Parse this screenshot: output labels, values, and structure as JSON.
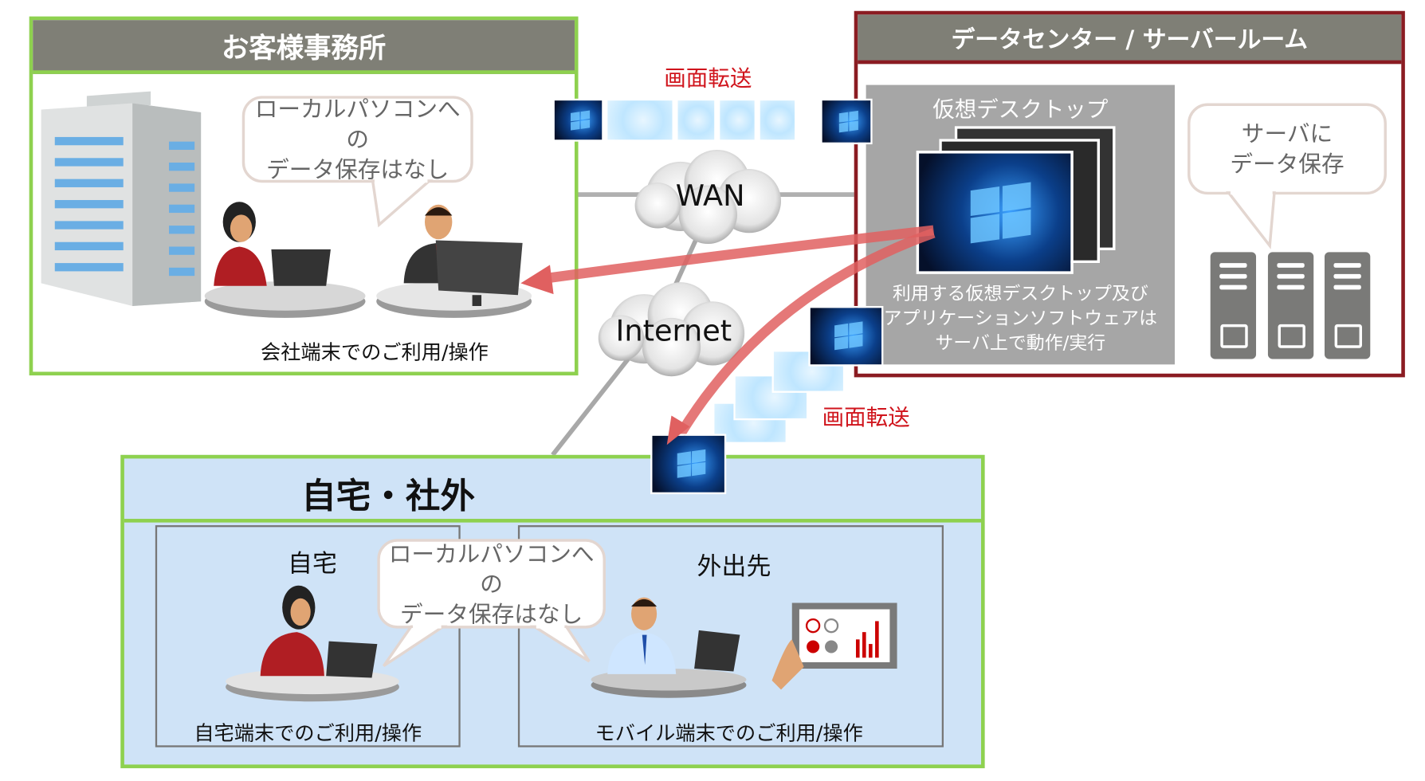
{
  "office": {
    "title": "お客様事務所",
    "bubble_lines": [
      "ローカルパソコンへの",
      "データ保存はなし"
    ],
    "caption": "会社端末でのご利用/操作"
  },
  "datacenter": {
    "title": "データセンター / サーバールーム",
    "vd_title": "仮想デスクトップ",
    "vd_desc_lines": [
      "利用する仮想デスクトップ及び",
      "アプリケーションソフトウェアは",
      "サーバ上で動作/実行"
    ],
    "bubble_lines": [
      "サーバに",
      "データ保存"
    ]
  },
  "network": {
    "wan": "WAN",
    "internet": "Internet",
    "transfer_top": "画面転送",
    "transfer_bottom": "画面転送"
  },
  "remote": {
    "title": "自宅・社外",
    "home_label": "自宅",
    "away_label": "外出先",
    "bubble_lines": [
      "ローカルパソコンへの",
      "データ保存はなし"
    ],
    "home_caption": "自宅端末でのご利用/操作",
    "away_caption": "モバイル端末でのご利用/操作"
  },
  "colors": {
    "green_border": "#8ed14f",
    "datacenter_border": "#8b1c22",
    "header_gray": "#7f7f76",
    "remote_bg": "#cfe3f7",
    "arrow_red": "#e06060",
    "label_red": "#d0141c"
  }
}
